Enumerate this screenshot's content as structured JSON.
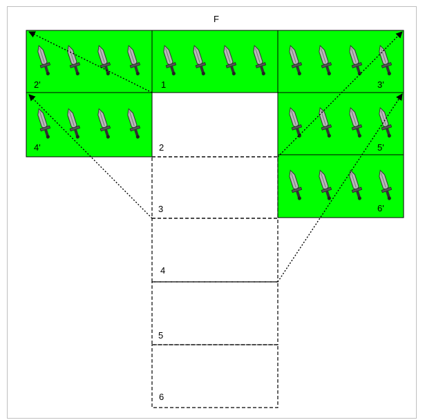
{
  "diagram": {
    "title": "F",
    "colors": {
      "filled": "#00ff00",
      "border": "#000000",
      "arrow": "#000000",
      "frame": "#bfbfbf"
    },
    "icon": "sword-icon",
    "source_labels": [
      "1",
      "2",
      "3",
      "4",
      "5",
      "6"
    ],
    "target_labels": [
      "2'",
      "3'",
      "4'",
      "5'",
      "6'"
    ]
  }
}
